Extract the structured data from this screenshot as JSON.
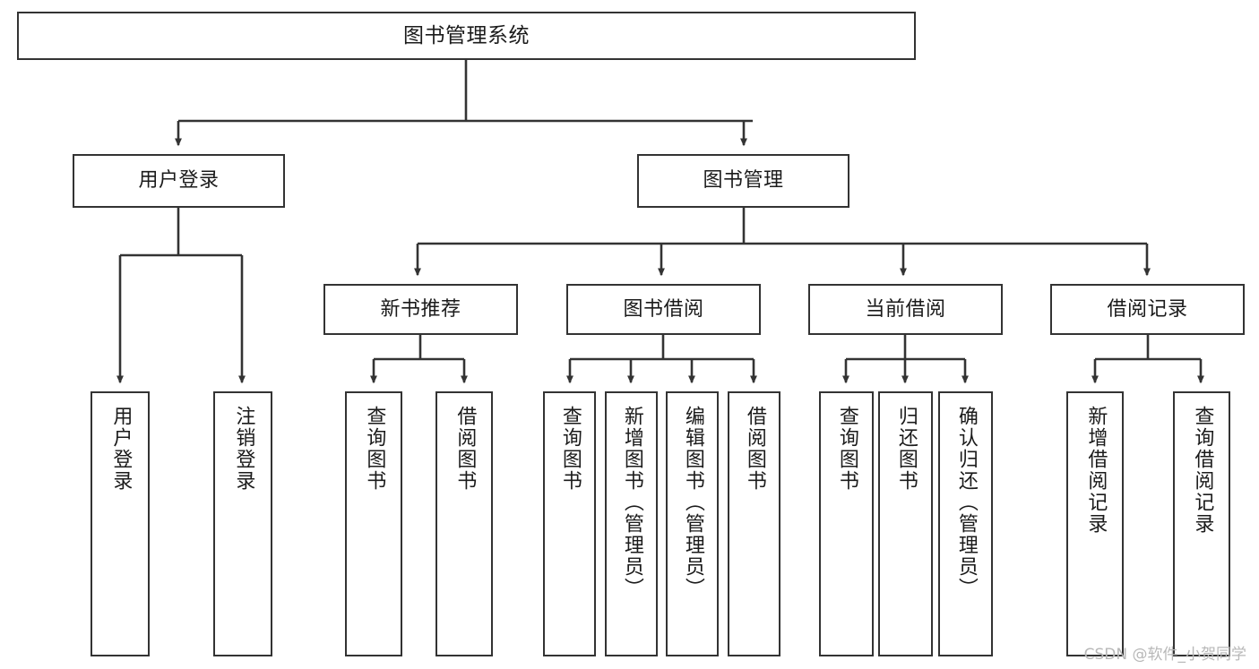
{
  "diagram": {
    "title": "图书管理系统",
    "type": "tree-hierarchy",
    "watermark": "CSDN @软件_小贺同学",
    "colors": {
      "node_border": "#333333",
      "node_fill": "#ffffff",
      "connector": "#333333",
      "text": "#1b1b1b",
      "watermark": "#b8b8b8",
      "background": "#ffffff"
    },
    "nodes": {
      "root": {
        "label": "图书管理系统"
      },
      "level2": [
        {
          "id": "user-login",
          "label": "用户登录"
        },
        {
          "id": "book-management",
          "label": "图书管理"
        }
      ],
      "level3": [
        {
          "id": "new-book-recommend",
          "label": "新书推荐"
        },
        {
          "id": "book-borrow",
          "label": "图书借阅"
        },
        {
          "id": "current-borrow",
          "label": "当前借阅"
        },
        {
          "id": "borrow-record",
          "label": "借阅记录"
        }
      ],
      "leaves": {
        "user_login": [
          {
            "id": "leaf-user-login",
            "label": "用户登录"
          },
          {
            "id": "leaf-logout-login",
            "label": "注销登录"
          }
        ],
        "new_book_recommend": [
          {
            "id": "leaf-query-book-1",
            "label": "查询图书"
          },
          {
            "id": "leaf-borrow-book-1",
            "label": "借阅图书"
          }
        ],
        "book_borrow": [
          {
            "id": "leaf-query-book-2",
            "label": "查询图书"
          },
          {
            "id": "leaf-add-book",
            "label": "新增图书（管理员）"
          },
          {
            "id": "leaf-edit-book",
            "label": "编辑图书（管理员）"
          },
          {
            "id": "leaf-borrow-book-2",
            "label": "借阅图书"
          }
        ],
        "current_borrow": [
          {
            "id": "leaf-query-book-3",
            "label": "查询图书"
          },
          {
            "id": "leaf-return-book",
            "label": "归还图书"
          },
          {
            "id": "leaf-confirm-return",
            "label": "确认归还（管理员）"
          }
        ],
        "borrow_record": [
          {
            "id": "leaf-add-record",
            "label": "新增借阅记录"
          },
          {
            "id": "leaf-query-record",
            "label": "查询借阅记录"
          }
        ]
      }
    }
  }
}
